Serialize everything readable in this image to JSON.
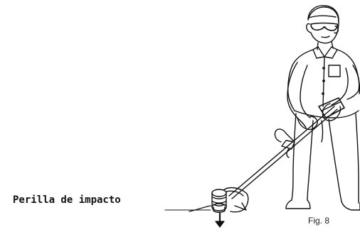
{
  "diagram": {
    "callout_label": "Perilla de impacto",
    "caption": "Fig. 8",
    "illustration_icon": "person-operating-string-trimmer-illustration",
    "arrow_icon": "down-arrow-icon",
    "line_color": "#111111",
    "background_color": "#ffffff"
  }
}
